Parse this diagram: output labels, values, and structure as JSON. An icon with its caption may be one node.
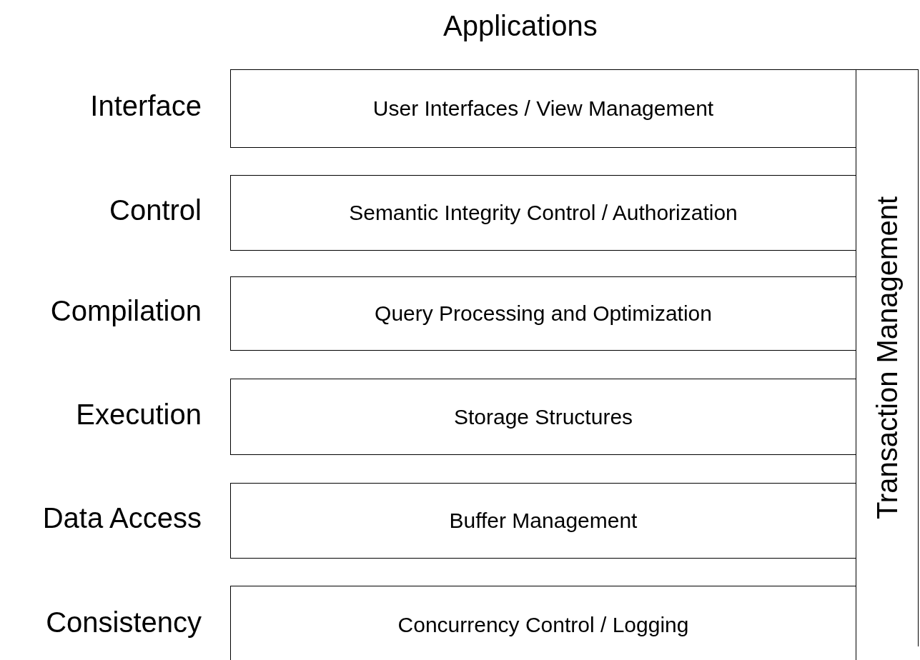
{
  "diagram": {
    "nodes": [
      {
        "text": [
          "User Interfaces / View Management"
        ],
        "beside": [
          "Interface"
        ]
      },
      {
        "text": [
          "Semantic Integrity Control / Authorization"
        ],
        "beside": [
          "Control"
        ]
      },
      {
        "text": [
          "Query Processing and Optimization"
        ],
        "beside": [
          "Compilation"
        ]
      },
      {
        "text": [
          "Storage Structures"
        ],
        "beside": [
          "Execution"
        ]
      },
      {
        "text": [
          "Buffer Management"
        ],
        "beside": [
          "Data Access"
        ]
      },
      {
        "text": [
          "Concurrency Control / Logging"
        ],
        "beside": [
          "Consistency"
        ]
      },
      {
        "text": [
          "Transaction Management"
        ]
      }
    ],
    "labels": [
      "Applications"
    ]
  }
}
